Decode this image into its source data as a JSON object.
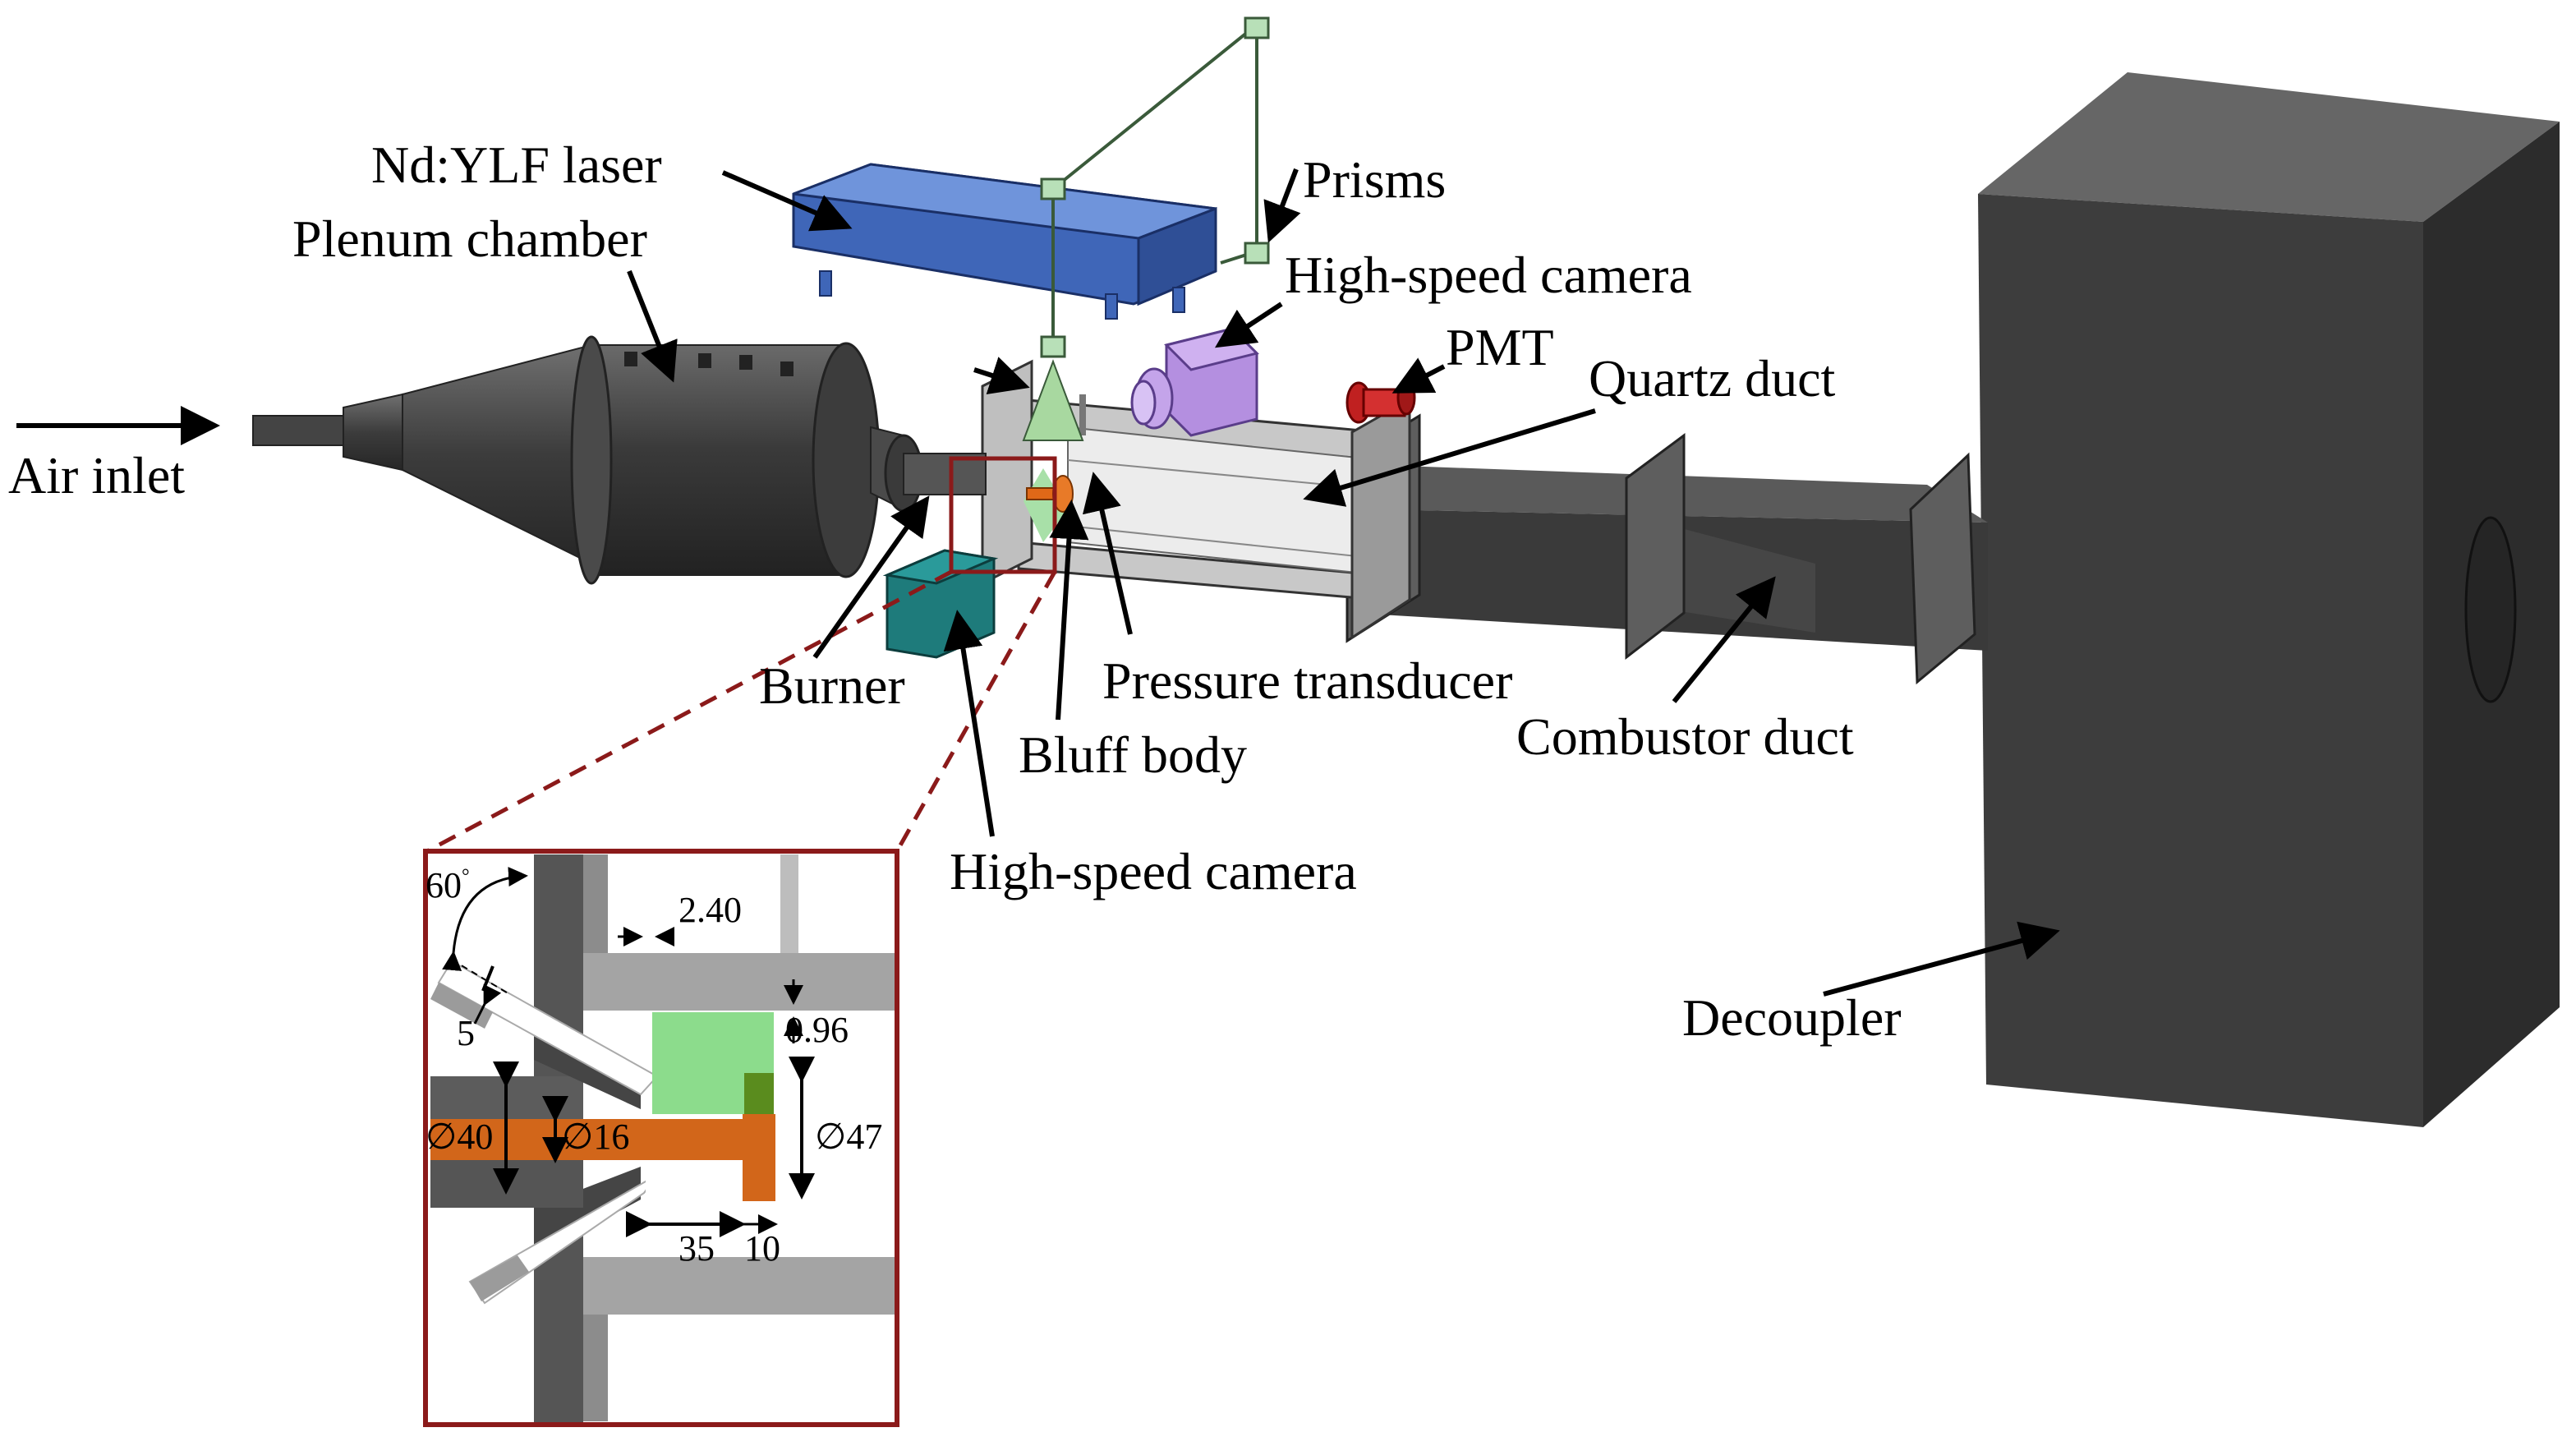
{
  "labels": {
    "air_inlet": "Air inlet",
    "nd_ylf_laser": "Nd:YLF laser",
    "plenum_chamber": "Plenum chamber",
    "prisms": "Prisms",
    "high_speed_camera_top": "High-speed camera",
    "pmt": "PMT",
    "quartz_duct": "Quartz duct",
    "burner": "Burner",
    "pressure_transducer": "Pressure transducer",
    "bluff_body": "Bluff body",
    "high_speed_camera_bottom": "High-speed camera",
    "combustor_duct": "Combustor duct",
    "decoupler": "Decoupler"
  },
  "detail": {
    "angle": "60",
    "angle_unit": "°",
    "dim_2_40": "2.40",
    "dim_0_96": "0.96",
    "dim_5": "5",
    "dim_d40": "∅40",
    "dim_d16": "∅16",
    "dim_d47": "∅47",
    "dim_35": "35",
    "dim_10": "10"
  },
  "colors": {
    "laser": "#4a6fc0",
    "camera_top": "#b48fe0",
    "camera_bottom": "#1e7b7b",
    "pmt": "#c02020",
    "bluff_body": "#e06818",
    "flame": "#8cdc8c",
    "detail_frame": "#8b1a1a",
    "duct_dark": "#3c3c3c",
    "decoupler": "#3a3a3a"
  }
}
